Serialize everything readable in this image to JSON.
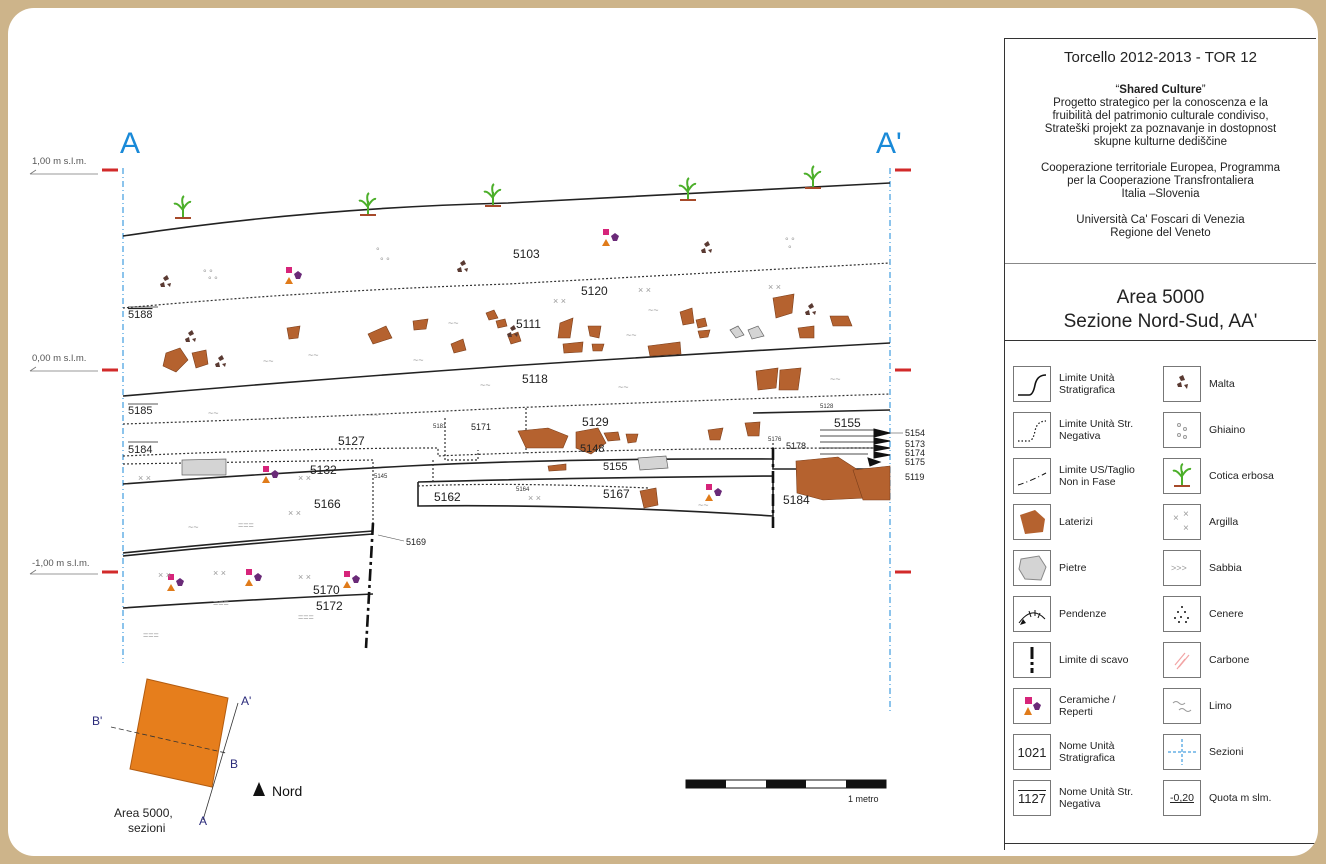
{
  "section": {
    "label_a": "A",
    "label_a_prime": "A'",
    "elevations": [
      "1,00 m  s.l.m.",
      "0,00 m  s.l.m.",
      "-1,00 m  s.l.m."
    ],
    "units": {
      "u5103": "5103",
      "u5120": "5120",
      "u5111": "5111",
      "u5118": "5118",
      "u5127": "5127",
      "u5129": "5129",
      "u5171": "5171",
      "u5148": "5148",
      "u5155a": "5155",
      "u5155b": "5155",
      "u5132": "5132",
      "u5166": "5166",
      "u5162": "5162",
      "u5167": "5167",
      "u5184b": "5184",
      "u5170": "5170",
      "u5172": "5172",
      "u5178": "5178"
    },
    "negatives": {
      "n5188": "5188",
      "n5185": "5185",
      "n5184": "5184"
    },
    "tiny": {
      "t5181": "5181",
      "t5176": "5176",
      "t5164": "5164",
      "t5145": "5145",
      "t5128": "5128"
    },
    "callouts": {
      "c5154": "5154",
      "c5173": "5173",
      "c5174": "5174",
      "c5175": "5175",
      "c5119": "5119",
      "c5169": "5169"
    }
  },
  "minimap": {
    "label_a": "A",
    "label_a_prime": "A'",
    "label_b": "B",
    "label_b_prime": "B'",
    "caption_1": "Area 5000,",
    "caption_2": "sezioni",
    "north": "Nord",
    "fill_color": "#e67e1c"
  },
  "scale_bar": {
    "label": "1 metro"
  },
  "info": {
    "title": "Torcello 2012-2013 - TOR 12",
    "shared_open": "“",
    "shared_bold": "Shared Culture",
    "shared_close": "”",
    "desc_1": "Progetto strategico per la conoscenza e la",
    "desc_2": "fruibilità del patrimonio culturale condiviso,",
    "desc_3": "Strateški projekt za poznavanje in dostopnost",
    "desc_4": "skupne kulturne dediščine",
    "coop_1": "Cooperazione territoriale Europea, Programma",
    "coop_2": "per la Cooperazione Transfrontaliera",
    "coop_3": "Italia –Slovenia",
    "uni_1": "Università Ca' Foscari di Venezia",
    "uni_2": "Regione del Veneto",
    "area_title": "Area 5000",
    "area_sub": "Sezione Nord-Sud, AA'"
  },
  "legend": {
    "limite_us": "Limite Unità Stratigrafica",
    "limite_neg": "Limite Unità Str. Negativa",
    "limite_fase": "Limite US/Taglio Non in Fase",
    "laterizi": "Laterizi",
    "pietre": "Pietre",
    "pendenze": "Pendenze",
    "scavo": "Limite di scavo",
    "ceramiche": "Ceramiche / Reperti",
    "nome_us_code": "1021",
    "nome_us": "Nome Unità Stratigrafica",
    "nome_neg_code": "1127",
    "nome_neg": "Nome Unità Str. Negativa",
    "malta": "Malta",
    "ghiaino": "Ghiaino",
    "cotica": "Cotica erbosa",
    "argilla": "Argilla",
    "sabbia": "Sabbia",
    "cenere": "Cenere",
    "carbone": "Carbone",
    "limo": "Limo",
    "sezioni": "Sezioni",
    "quota_code": "-0,20",
    "quota": "Quota m slm."
  },
  "colors": {
    "brick": "#b5622f",
    "stone": "#d4d4d4",
    "accent_blue": "#1a8ad8",
    "red_tick": "#d22a2a",
    "grass": "#4caf2a",
    "ceramic_square": "#d6247a",
    "ceramic_triangle": "#e07b1a",
    "ceramic_pentagon": "#6a2a78"
  }
}
